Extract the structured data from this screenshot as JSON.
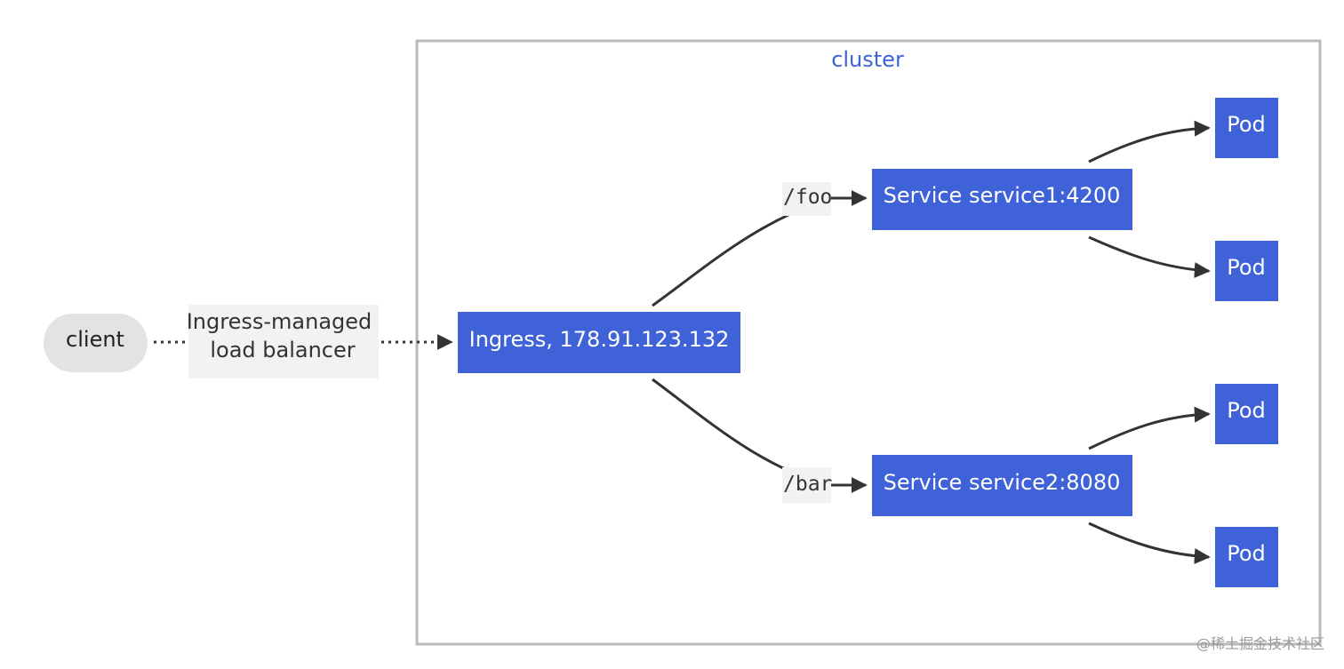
{
  "cluster": {
    "label": "cluster"
  },
  "nodes": {
    "client": "client",
    "ingress": "Ingress, 178.91.123.132",
    "service1": "Service service1:4200",
    "service2": "Service service2:8080",
    "pod1": "Pod",
    "pod2": "Pod",
    "pod3": "Pod",
    "pod4": "Pod"
  },
  "edges": {
    "client_to_ingress_line1": "Ingress-managed",
    "client_to_ingress_line2": "load balancer",
    "foo": "/foo",
    "bar": "/bar"
  },
  "watermark": "@稀土掘金技术社区",
  "colors": {
    "node_fill": "#3f62d8",
    "client_fill": "#e3e3e3",
    "cluster_border": "#b9b9b9",
    "edge_color": "#333333",
    "label_bg": "#f2f2f2"
  }
}
